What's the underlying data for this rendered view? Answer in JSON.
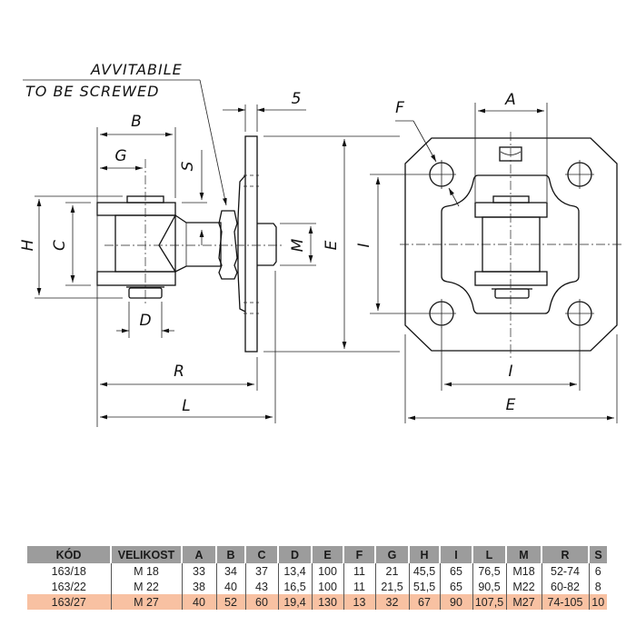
{
  "drawing": {
    "note_line1": "AVVITABILE",
    "note_line2": "TO BE SCREWED",
    "side_view_labels": {
      "B": "B",
      "G": "G",
      "S": "S",
      "H": "H",
      "C": "C",
      "D": "D",
      "R": "R",
      "L": "L",
      "M": "M",
      "E": "E",
      "five": "5"
    },
    "front_view_labels": {
      "A": "A",
      "F": "F",
      "I_vertical": "I",
      "I_horizontal": "I",
      "E_horizontal": "E"
    }
  },
  "table": {
    "headers": [
      "KÓD",
      "VELIKOST",
      "A",
      "B",
      "C",
      "D",
      "E",
      "F",
      "G",
      "H",
      "I",
      "L",
      "M",
      "R",
      "S"
    ],
    "rows": [
      [
        "163/18",
        "M 18",
        "33",
        "34",
        "37",
        "13,4",
        "100",
        "11",
        "21",
        "45,5",
        "65",
        "76,5",
        "M18",
        "52-74",
        "6"
      ],
      [
        "163/22",
        "M 22",
        "38",
        "40",
        "43",
        "16,5",
        "100",
        "11",
        "21,5",
        "51,5",
        "65",
        "90,5",
        "M22",
        "60-82",
        "8"
      ],
      [
        "163/27",
        "M 27",
        "40",
        "52",
        "60",
        "19,4",
        "130",
        "13",
        "32",
        "67",
        "90",
        "107,5",
        "M27",
        "74-105",
        "10"
      ]
    ],
    "highlighted_row": 2,
    "header_color": "#9c9c9c",
    "highlight_color": "#f8c1a2"
  }
}
